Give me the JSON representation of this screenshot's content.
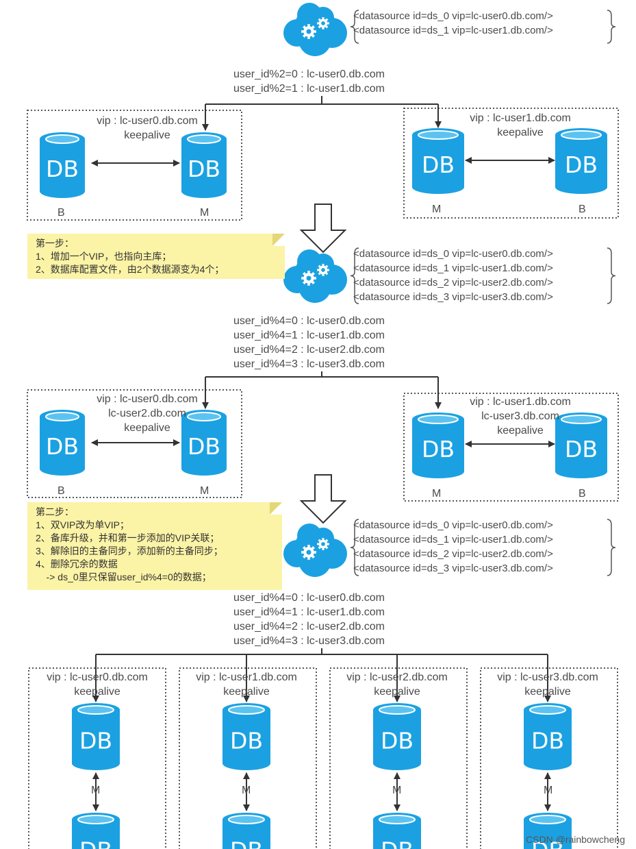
{
  "stage1": {
    "datasources": [
      "<datasource id=ds_0 vip=lc-user0.db.com/>",
      "<datasource id=ds_1 vip=lc-user1.db.com/>"
    ],
    "rules": [
      "user_id%2=0 : lc-user0.db.com",
      "user_id%2=1 : lc-user1.db.com"
    ],
    "groups": [
      {
        "vip_lines": [
          "vip : lc-user0.db.com"
        ],
        "keepalive": "keepalive",
        "left_role": "B",
        "right_role": "M"
      },
      {
        "vip_lines": [
          "vip : lc-user1.db.com"
        ],
        "keepalive": "keepalive",
        "left_role": "M",
        "right_role": "B"
      }
    ]
  },
  "step1_note": {
    "lines": [
      "第一步：",
      "1、增加一个VIP，也指向主库；",
      "2、数据库配置文件，由2个数据源变为4个；"
    ]
  },
  "stage2": {
    "datasources": [
      "<datasource id=ds_0 vip=lc-user0.db.com/>",
      "<datasource id=ds_1 vip=lc-user1.db.com/>",
      "<datasource id=ds_2 vip=lc-user2.db.com/>",
      "<datasource id=ds_3 vip=lc-user3.db.com/>"
    ],
    "rules": [
      "user_id%4=0 : lc-user0.db.com",
      "user_id%4=1 : lc-user1.db.com",
      "user_id%4=2 : lc-user2.db.com",
      "user_id%4=3 : lc-user3.db.com"
    ],
    "groups": [
      {
        "vip_lines": [
          "vip : lc-user0.db.com",
          "lc-user2.db.com"
        ],
        "keepalive": "keepalive",
        "left_role": "B",
        "right_role": "M"
      },
      {
        "vip_lines": [
          "vip : lc-user1.db.com",
          "lc-user3.db.com"
        ],
        "keepalive": "keepalive",
        "left_role": "M",
        "right_role": "B"
      }
    ]
  },
  "step2_note": {
    "lines": [
      "第二步：",
      "1、双VIP改为单VIP；",
      "2、备库升级，并和第一步添加的VIP关联；",
      "3、解除旧的主备同步，添加新的主备同步；",
      "4、删除冗余的数据",
      "    -> ds_0里只保留user_id%4=0的数据；"
    ]
  },
  "stage3": {
    "datasources": [
      "<datasource id=ds_0 vip=lc-user0.db.com/>",
      "<datasource id=ds_1 vip=lc-user1.db.com/>",
      "<datasource id=ds_2 vip=lc-user2.db.com/>",
      "<datasource id=ds_3 vip=lc-user3.db.com/>"
    ],
    "rules": [
      "user_id%4=0 : lc-user0.db.com",
      "user_id%4=1 : lc-user1.db.com",
      "user_id%4=2 : lc-user2.db.com",
      "user_id%4=3 : lc-user3.db.com"
    ],
    "groups": [
      {
        "vip_lines": [
          "vip : lc-user0.db.com"
        ],
        "keepalive": "keepalive",
        "role": "M"
      },
      {
        "vip_lines": [
          "vip : lc-user1.db.com"
        ],
        "keepalive": "keepalive",
        "role": "M"
      },
      {
        "vip_lines": [
          "vip : lc-user2.db.com"
        ],
        "keepalive": "keepalive",
        "role": "M"
      },
      {
        "vip_lines": [
          "vip : lc-user3.db.com"
        ],
        "keepalive": "keepalive",
        "role": "M"
      }
    ]
  },
  "db_label": "DB",
  "watermark": "CSDN @rainbowcheng",
  "colors": {
    "db": "#1ba1e2",
    "db_top": "#5cc3f0",
    "cloud": "#1ba1e2",
    "note": "#fbf3a6",
    "line": "#333333"
  },
  "icons": {
    "cloud": "cloud-gear-icon",
    "database": "database-icon",
    "down_arrow": "down-arrow-icon"
  }
}
